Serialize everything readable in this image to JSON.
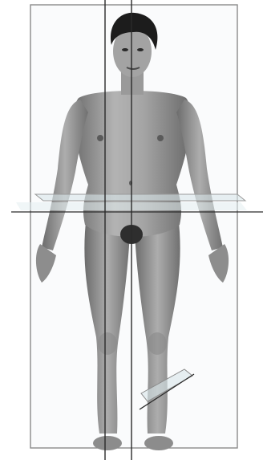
{
  "diagram": {
    "subject": "anatomical-position-female-figure",
    "planes": [
      {
        "id": "coronal-plane",
        "orientation": "frontal"
      },
      {
        "id": "sagittal-plane",
        "orientation": "median"
      },
      {
        "id": "transverse-plane",
        "orientation": "horizontal"
      },
      {
        "id": "oblique-plane",
        "orientation": "oblique"
      }
    ],
    "colors": {
      "background": "#ffffff",
      "skin": "#a9a9a9",
      "skin_shadow": "#7d7d7d",
      "hair": "#1c1c1c",
      "plane_line": "#6f6f6f",
      "axis_line": "#2a2a2a",
      "plane_fill": "#d9e6ea"
    }
  }
}
